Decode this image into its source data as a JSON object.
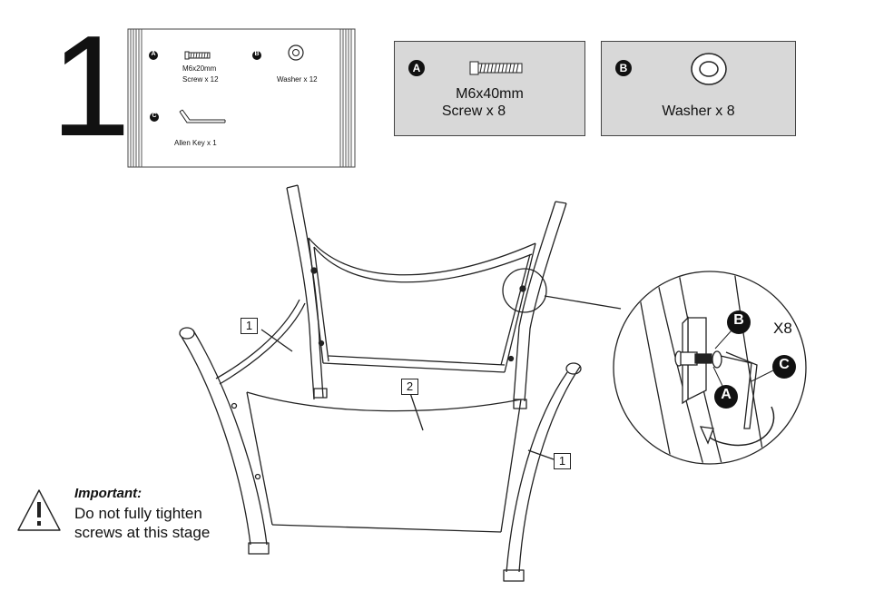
{
  "step": {
    "number": "1"
  },
  "bag": {
    "a_letter": "A",
    "a_size": "M6x20mm",
    "a_qty": "Screw x 12",
    "b_letter": "B",
    "b_qty": "Washer x 12",
    "c_letter": "C",
    "c_qty": "Allen Key x 1"
  },
  "parts": [
    {
      "letter": "A",
      "line1": "M6x40mm",
      "line2": "Screw x 8"
    },
    {
      "letter": "B",
      "line1": "Washer x 8"
    }
  ],
  "callouts": {
    "part1": "1",
    "part2": "2"
  },
  "detail": {
    "label_b": "B",
    "label_c": "C",
    "label_a": "A",
    "multiplier": "X8"
  },
  "warning": {
    "icon": "warning-triangle-icon",
    "heading": "Important:",
    "line1": "Do not fully tighten",
    "line2": "screws at this stage"
  }
}
